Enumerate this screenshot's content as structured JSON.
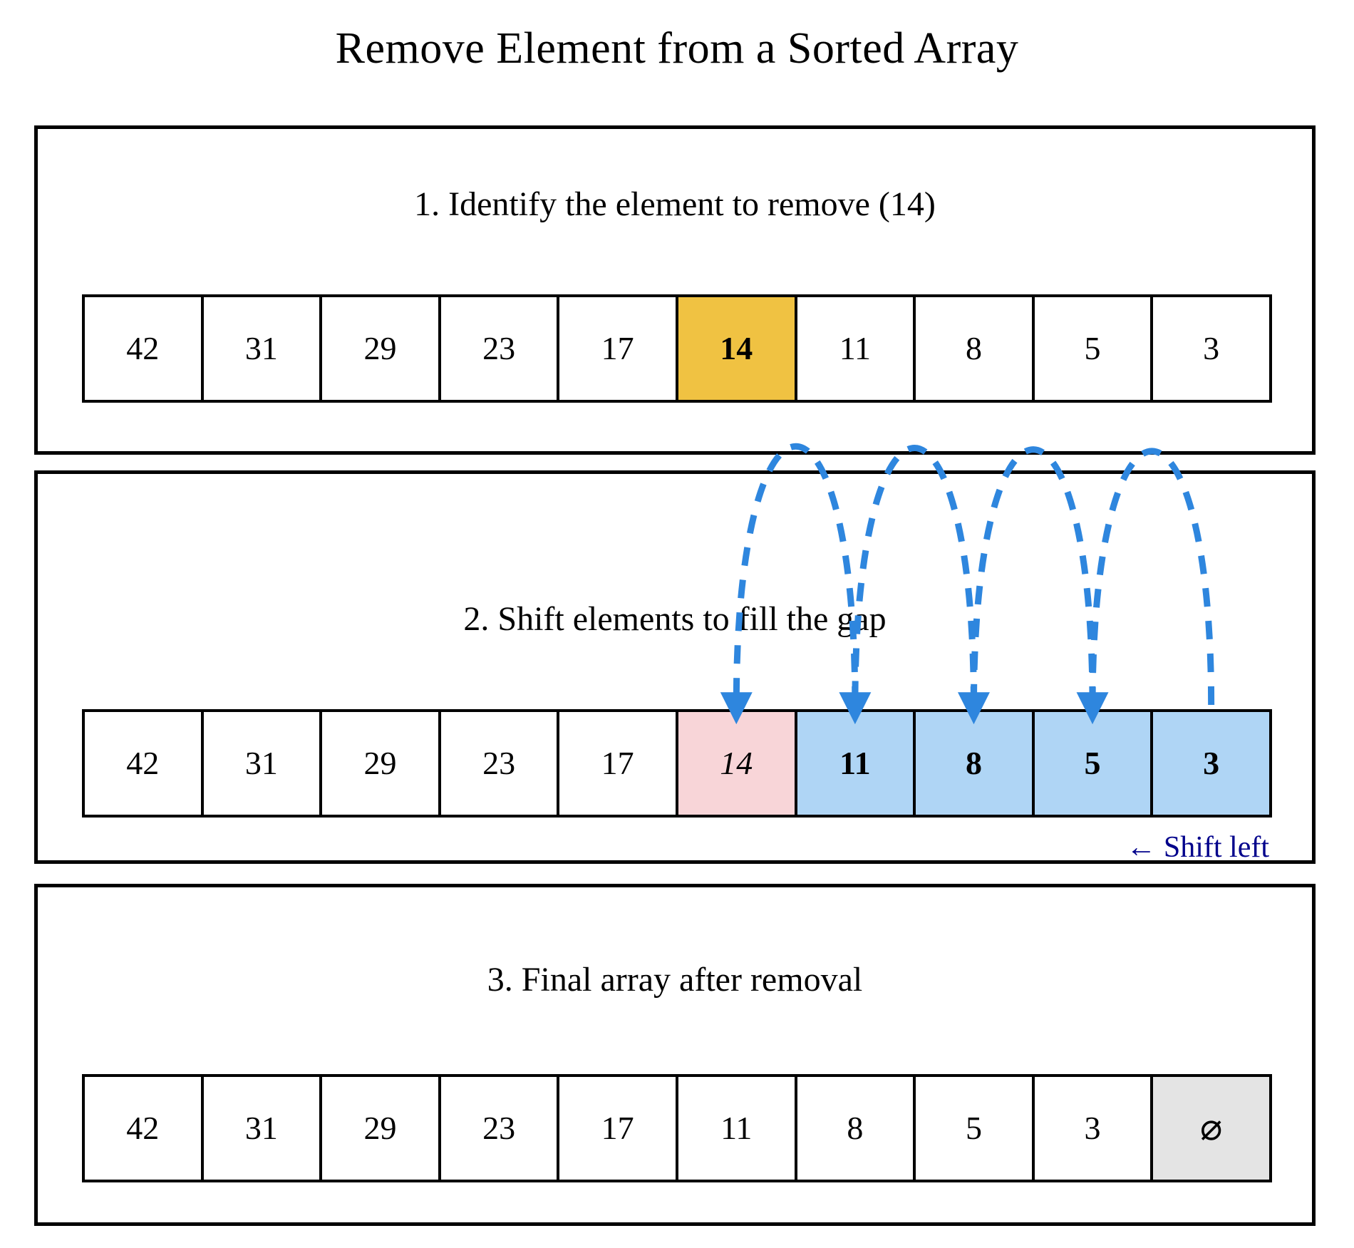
{
  "title": "Remove Element from a Sorted Array",
  "colors": {
    "highlight": "#F0C242",
    "removed": "#F8D5D8",
    "shifted": "#AFD5F5",
    "empty": "#E4E4E4",
    "arrow": "#2E86DE",
    "legend_text": "#00008B",
    "border": "#000000"
  },
  "steps": [
    {
      "heading": "1. Identify the element to remove (14)",
      "cells": [
        {
          "value": "42",
          "state": "normal"
        },
        {
          "value": "31",
          "state": "normal"
        },
        {
          "value": "29",
          "state": "normal"
        },
        {
          "value": "23",
          "state": "normal"
        },
        {
          "value": "17",
          "state": "normal"
        },
        {
          "value": "14",
          "state": "highlight"
        },
        {
          "value": "11",
          "state": "normal"
        },
        {
          "value": "8",
          "state": "normal"
        },
        {
          "value": "5",
          "state": "normal"
        },
        {
          "value": "3",
          "state": "normal"
        }
      ]
    },
    {
      "heading": "2. Shift elements to fill the gap",
      "legend": "← Shift left",
      "cells": [
        {
          "value": "42",
          "state": "normal"
        },
        {
          "value": "31",
          "state": "normal"
        },
        {
          "value": "29",
          "state": "normal"
        },
        {
          "value": "23",
          "state": "normal"
        },
        {
          "value": "17",
          "state": "normal"
        },
        {
          "value": "14",
          "state": "removed"
        },
        {
          "value": "11",
          "state": "shifted"
        },
        {
          "value": "8",
          "state": "shifted"
        },
        {
          "value": "5",
          "state": "shifted"
        },
        {
          "value": "3",
          "state": "shifted"
        }
      ]
    },
    {
      "heading": "3. Final array after removal",
      "cells": [
        {
          "value": "42",
          "state": "normal"
        },
        {
          "value": "31",
          "state": "normal"
        },
        {
          "value": "29",
          "state": "normal"
        },
        {
          "value": "23",
          "state": "normal"
        },
        {
          "value": "17",
          "state": "normal"
        },
        {
          "value": "11",
          "state": "normal"
        },
        {
          "value": "8",
          "state": "normal"
        },
        {
          "value": "5",
          "state": "normal"
        },
        {
          "value": "3",
          "state": "normal"
        },
        {
          "value": "⌀",
          "state": "empty"
        }
      ]
    }
  ],
  "shift_arrows": [
    {
      "from_index": 6,
      "to_index": 5
    },
    {
      "from_index": 7,
      "to_index": 6
    },
    {
      "from_index": 8,
      "to_index": 7
    },
    {
      "from_index": 9,
      "to_index": 8
    }
  ]
}
